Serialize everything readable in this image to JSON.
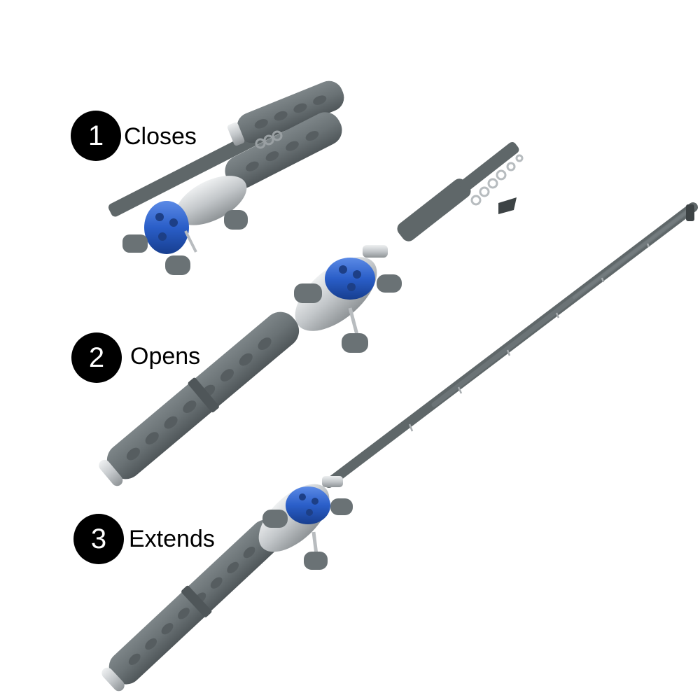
{
  "steps": [
    {
      "number": "1",
      "label": "Closes"
    },
    {
      "number": "2",
      "label": "Opens"
    },
    {
      "number": "3",
      "label": "Extends"
    }
  ],
  "colors": {
    "badge": "#000000",
    "grip": "#6e7679",
    "grip_dark": "#5a6164",
    "blade": "#5f6769",
    "reel_silver": "#c9cdd0",
    "reel_blue": "#2a5ec8",
    "knob": "#6a7275"
  }
}
